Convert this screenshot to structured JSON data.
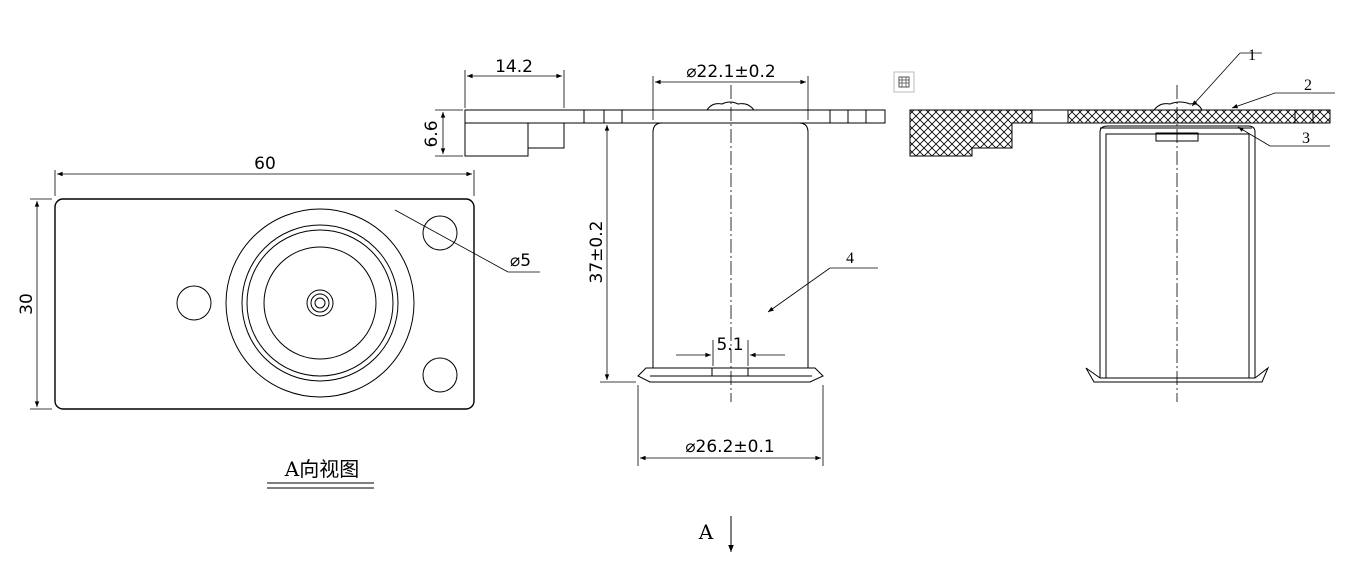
{
  "dimensions": {
    "width_60": "60",
    "height_30": "30",
    "hole_dia": "⌀5",
    "flange_len": "14.2",
    "flange_thk": "6.6",
    "top_dia": "⌀22.1±0.2",
    "body_len": "37±0.2",
    "pin_width": "5.1",
    "base_dia": "⌀26.2±0.1"
  },
  "labels": {
    "view_a_caption": "A向视图",
    "arrow_a": "A",
    "part_1": "1",
    "part_2": "2",
    "part_3": "3",
    "part_4": "4"
  },
  "icons": {
    "small_box": "grid-box-icon"
  }
}
